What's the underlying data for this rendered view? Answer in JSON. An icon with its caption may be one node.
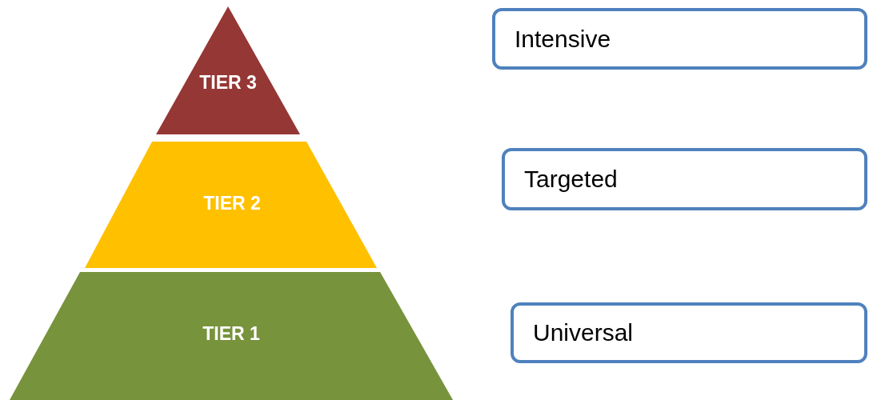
{
  "diagram": {
    "nodes": [
      {
        "text": [
          "TIER 3"
        ]
      },
      {
        "text": [
          "Intensive"
        ]
      },
      {
        "text": [
          "TIER 2"
        ]
      },
      {
        "text": [
          "Targeted"
        ]
      },
      {
        "text": [
          "TIER 1"
        ]
      },
      {
        "text": [
          "Universal"
        ]
      }
    ]
  }
}
